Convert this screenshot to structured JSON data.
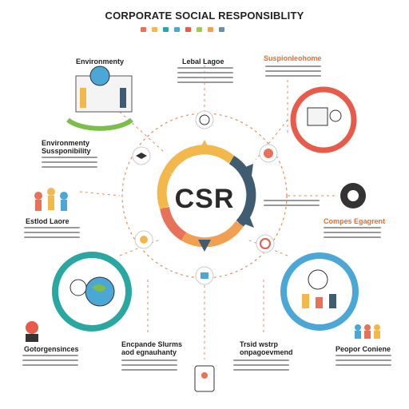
{
  "title": "CORPORATE SOCIAL RESPONSIBLITY",
  "center_label": "CSR",
  "palette": [
    "#e8715a",
    "#f2b84b",
    "#2aa7a0",
    "#4aa7d6",
    "#e85a4a",
    "#9acb5b",
    "#f0a050",
    "#6b8fa6"
  ],
  "labels": {
    "environmentally": "Environmenty",
    "labor_law": "Lebal Lagoe",
    "supply_chain": "Suspionleohome",
    "env_sustain_1": "Environmenty",
    "env_sustain_2": "Sussponibility",
    "ethical_labor": "Estlod Laore",
    "community": "Compes Egagrent",
    "governance": "Gotorgensinces",
    "expand_human": "Encpande Slurms",
    "expand_human_2": "aod egnauhanty",
    "third_party": "Trsid wstrp",
    "third_party_2": "onpagoevmend",
    "people": "Peopor Coniene"
  },
  "icons": [
    "people-icon",
    "target-icon",
    "gear-icon",
    "handshake-icon",
    "globe-icon",
    "thumbs-up-icon",
    "coin-icon",
    "tablet-icon",
    "lightbulb-icon"
  ]
}
